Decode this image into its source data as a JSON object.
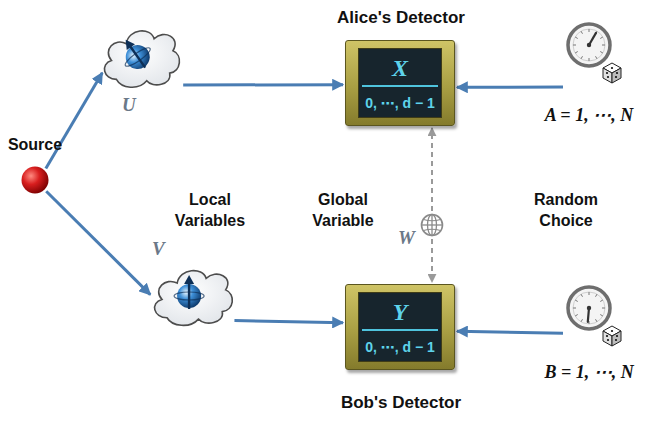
{
  "diagram": {
    "nodes": [
      {
        "text": [
          "Source"
        ]
      },
      {
        "text": [
          "U"
        ]
      },
      {
        "text": [
          "V"
        ]
      },
      {
        "text": [
          "Alice's Detector",
          "X",
          "0, ⋯, d − 1"
        ]
      },
      {
        "text": [
          "Bob's Detector",
          "Y",
          "0, ⋯, d − 1"
        ]
      },
      {
        "text": [
          "W"
        ]
      },
      {
        "text": [
          "A = 1, ⋯, N"
        ]
      },
      {
        "text": [
          "B = 1, ⋯, N"
        ]
      }
    ],
    "edges": [
      {
        "from": 0,
        "to": 1,
        "arrow": "to"
      },
      {
        "from": 0,
        "to": 2,
        "arrow": "to"
      },
      {
        "from": 1,
        "to": 3,
        "arrow": "to"
      },
      {
        "from": 2,
        "to": 4,
        "arrow": "to"
      },
      {
        "from": 6,
        "to": 3,
        "arrow": "to"
      },
      {
        "from": 7,
        "to": 4,
        "arrow": "to"
      },
      {
        "from": 5,
        "to": 3,
        "arrow": "to"
      },
      {
        "from": 5,
        "to": 4,
        "arrow": "to"
      }
    ],
    "labels": [
      "Local Variables",
      "Global Variable",
      "Random Choice"
    ]
  }
}
